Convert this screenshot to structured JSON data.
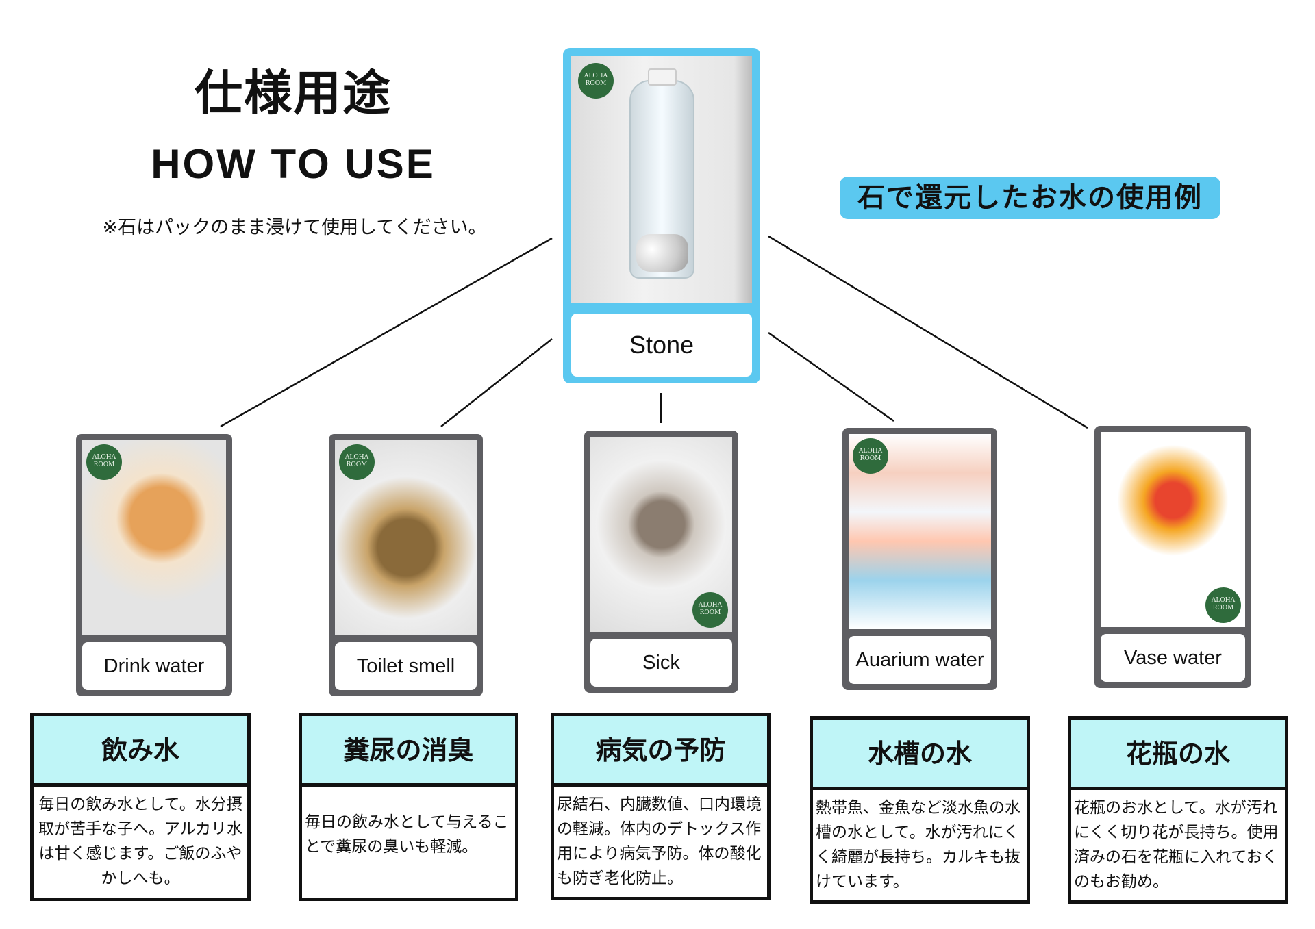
{
  "header": {
    "title_jp": "仕様用途",
    "title_en": "HOW TO USE",
    "note": "※石はパックのまま浸けて使用してください。"
  },
  "badge": "石で還元したお水の使用例",
  "logo_text": "ALOHA ROOM",
  "center_card": {
    "label": "Stone",
    "image": "water-bottle-with-stones"
  },
  "cards": [
    {
      "label": "Drink water",
      "image": "hamster-with-glass"
    },
    {
      "label": "Toilet  smell",
      "image": "turtle-reading-newspaper"
    },
    {
      "label": "Sick",
      "image": "rabbit-with-thermometer"
    },
    {
      "label": "Auarium water",
      "image": "betta-fish"
    },
    {
      "label": "Vase water",
      "image": "flower-vase"
    }
  ],
  "uses": [
    {
      "title": "飲み水",
      "text": "毎日の飲み水として。水分摂取が苦手な子へ。アルカリ水は甘く感じます。ご飯のふやかしへも。"
    },
    {
      "title": "糞尿の消臭",
      "text": "毎日の飲み水として与えることで糞尿の臭いも軽減。"
    },
    {
      "title": "病気の予防",
      "text": "尿結石、内臓数値、口内環境の軽減。体内のデトックス作用により病気予防。体の酸化も防ぎ老化防止。"
    },
    {
      "title": "水槽の水",
      "text": "熱帯魚、金魚など淡水魚の水槽の水として。水が汚れにくく綺麗が長持ち。カルキも抜けています。"
    },
    {
      "title": "花瓶の水",
      "text": "花瓶のお水として。水が汚れにくく切り花が長持ち。使用済みの石を花瓶に入れておくのもお勧め。"
    }
  ],
  "colors": {
    "accent": "#5bc8f0",
    "header_bg": "#bff5f7",
    "card_border": "#5e5e62"
  }
}
